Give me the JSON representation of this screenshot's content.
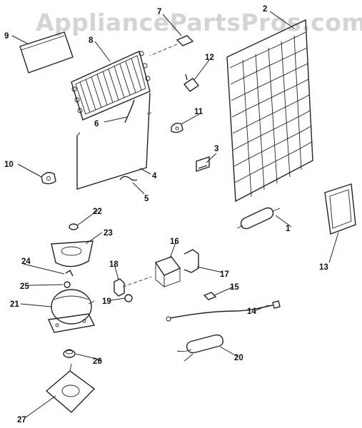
{
  "watermark": "AppliancePartsPros.com",
  "labels": {
    "p1": "1",
    "p2": "2",
    "p3": "3",
    "p4": "4",
    "p5": "5",
    "p6": "6",
    "p7": "7",
    "p8": "8",
    "p9": "9",
    "p10": "10",
    "p11": "11",
    "p12": "12",
    "p13": "13",
    "p14": "14",
    "p15": "15",
    "p16": "16",
    "p17": "17",
    "p18": "18",
    "p19": "19",
    "p20": "20",
    "p21": "21",
    "p22": "22",
    "p23": "23",
    "p24": "24",
    "p25": "25",
    "p26": "26",
    "p27": "27"
  }
}
